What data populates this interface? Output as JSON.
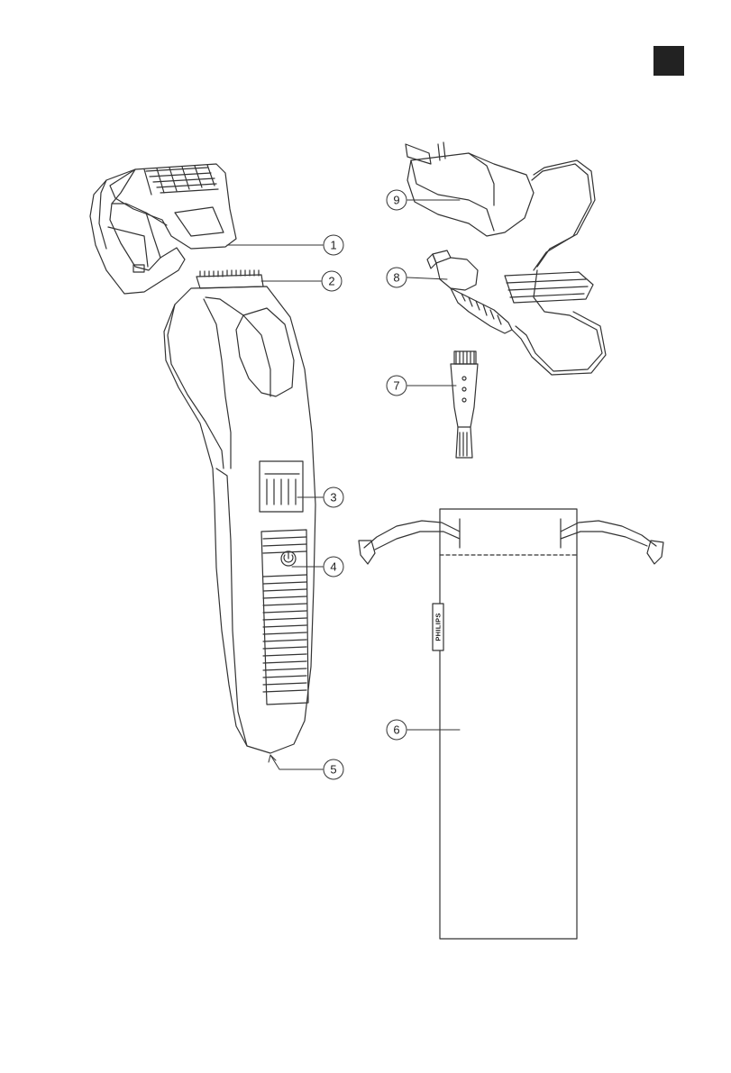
{
  "colors": {
    "line": "#333333",
    "corner_tab": "#222222",
    "fill": "#ffffff"
  },
  "brand_label": "PHILIPS",
  "callouts": [
    {
      "id": "c1",
      "number": "1",
      "part": "comb-attachment"
    },
    {
      "id": "c2",
      "number": "2",
      "part": "cutting-element"
    },
    {
      "id": "c3",
      "number": "3",
      "part": "length-setting-selector"
    },
    {
      "id": "c4",
      "number": "4",
      "part": "on-off-button"
    },
    {
      "id": "c5",
      "number": "5",
      "part": "socket-for-small-plug"
    },
    {
      "id": "c6",
      "number": "6",
      "part": "pouch"
    },
    {
      "id": "c7",
      "number": "7",
      "part": "cleaning-brush"
    },
    {
      "id": "c8",
      "number": "8",
      "part": "small-plug"
    },
    {
      "id": "c9",
      "number": "9",
      "part": "adapter"
    }
  ]
}
